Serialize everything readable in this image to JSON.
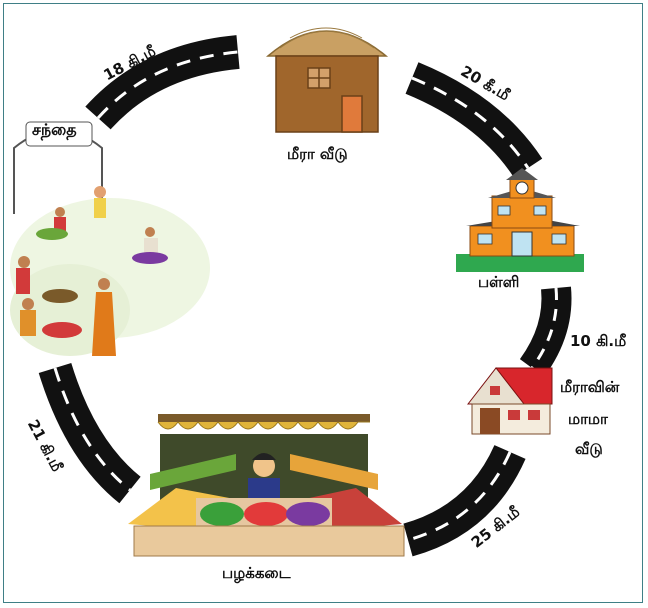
{
  "places": {
    "meera_house": "மீரா வீடு",
    "school": "பள்ளி",
    "uncle_house_line1": "மீராவின்",
    "uncle_house_line2": "மாமா",
    "uncle_house_line3": "வீடு",
    "fruit_shop": "பழக்கடை",
    "market": "சந்தை"
  },
  "distances": {
    "market_to_house": "18 கி.மீ",
    "house_to_school": "20 கீ.மீ",
    "school_to_uncle": "10 கி.மீ",
    "uncle_to_shop": "25 கி.மீ",
    "shop_to_market": "21 கி.மீ"
  },
  "colors": {
    "road": "#111111",
    "road_dash": "#ffffff",
    "frame": "#3f7f86",
    "hut_roof": "#c9a063",
    "hut_wall": "#a0662c",
    "school": "#f1901f",
    "uncle_roof": "#d8262c",
    "grass": "#2fa84f"
  }
}
